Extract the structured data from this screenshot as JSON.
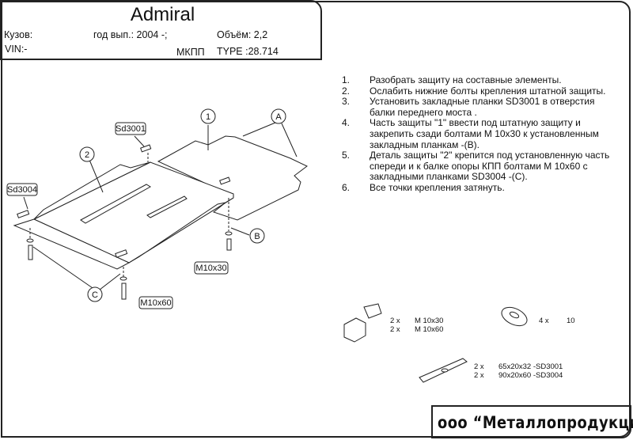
{
  "header": {
    "title": "Admiral",
    "body_label": "Кузов:",
    "year": "год вып.: 2004 -;",
    "volume": "Объём: 2,2",
    "vin": "VIN:-",
    "gearbox": "МКПП",
    "type": "TYPE :28.714"
  },
  "instructions": [
    {
      "num": "1.",
      "text": "Разобрать защиту на составные элементы."
    },
    {
      "num": "2.",
      "text": "Ослабить нижние болты крепления штатной защиты."
    },
    {
      "num": "3.",
      "text": "Установить закладные планки SD3001 в отверстия балки переднего моста ."
    },
    {
      "num": "4.",
      "text": "Часть защиты \"1\" ввести под штатную защиту и закрепить сзади болтами М 10x30 к установленным закладным планкам -(B)."
    },
    {
      "num": "5.",
      "text": "Деталь защиты \"2\" крепится под установленную часть спереди и к балке опоры КПП болтами М 10x60 с закладными планками SD3004 -(C)."
    },
    {
      "num": "6.",
      "text": "Все точки крепления затянуть."
    }
  ],
  "diagram": {
    "part1": "1",
    "part2": "2",
    "callout_a": "A",
    "callout_b": "B",
    "callout_c": "C",
    "sd3001": "Sd3001",
    "sd3004": "Sd3004",
    "bolt_short": "M10x30",
    "bolt_long": "M10x60"
  },
  "parts": {
    "bolts": [
      {
        "qty": "2 x",
        "name": "M 10x30"
      },
      {
        "qty": "2 x",
        "name": "M 10x60"
      }
    ],
    "washer": {
      "qty": "4 x",
      "name": "10"
    },
    "plates": [
      {
        "qty": "2 x",
        "name": "65x20x32 -SD3001"
      },
      {
        "qty": "2 x",
        "name": "90x20x60 -SD3004"
      }
    ]
  },
  "footer": {
    "company": "ооо “Металлопродукция”"
  }
}
